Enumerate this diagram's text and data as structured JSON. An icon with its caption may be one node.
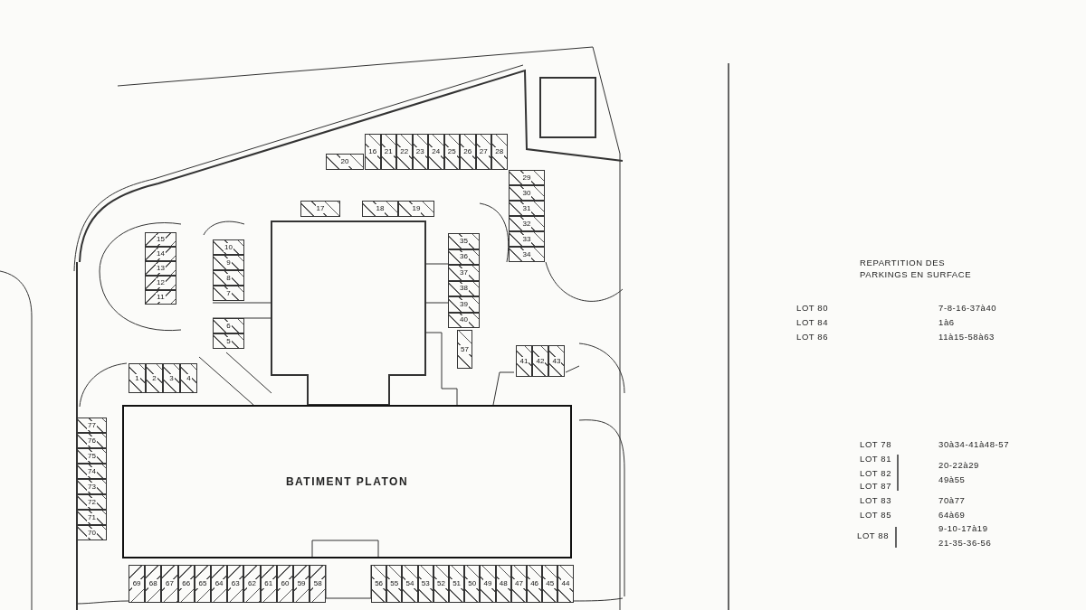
{
  "diagram": {
    "nodes": [
      {
        "text": [
          "20"
        ]
      },
      {
        "text": [
          "16"
        ]
      },
      {
        "text": [
          "21"
        ]
      },
      {
        "text": [
          "22"
        ]
      },
      {
        "text": [
          "23"
        ]
      },
      {
        "text": [
          "24"
        ]
      },
      {
        "text": [
          "25"
        ]
      },
      {
        "text": [
          "26"
        ]
      },
      {
        "text": [
          "27"
        ]
      },
      {
        "text": [
          "28"
        ]
      },
      {
        "text": [
          "29"
        ]
      },
      {
        "text": [
          "30"
        ]
      },
      {
        "text": [
          "31"
        ]
      },
      {
        "text": [
          "32"
        ]
      },
      {
        "text": [
          "33"
        ]
      },
      {
        "text": [
          "34"
        ]
      },
      {
        "text": [
          "17"
        ]
      },
      {
        "text": [
          "18"
        ]
      },
      {
        "text": [
          "19"
        ]
      },
      {
        "text": [
          "15"
        ]
      },
      {
        "text": [
          "14"
        ]
      },
      {
        "text": [
          "13"
        ]
      },
      {
        "text": [
          "12"
        ]
      },
      {
        "text": [
          "11"
        ]
      },
      {
        "text": [
          "10"
        ]
      },
      {
        "text": [
          "9"
        ]
      },
      {
        "text": [
          "8"
        ]
      },
      {
        "text": [
          "7"
        ]
      },
      {
        "text": [
          "6"
        ]
      },
      {
        "text": [
          "5"
        ]
      },
      {
        "text": [
          "35"
        ]
      },
      {
        "text": [
          "36"
        ]
      },
      {
        "text": [
          "37"
        ]
      },
      {
        "text": [
          "38"
        ]
      },
      {
        "text": [
          "39"
        ]
      },
      {
        "text": [
          "40"
        ]
      },
      {
        "text": [
          "57"
        ]
      },
      {
        "text": [
          "41"
        ]
      },
      {
        "text": [
          "42"
        ]
      },
      {
        "text": [
          "43"
        ]
      },
      {
        "text": [
          "1"
        ]
      },
      {
        "text": [
          "2"
        ]
      },
      {
        "text": [
          "3"
        ]
      },
      {
        "text": [
          "4"
        ]
      },
      {
        "text": [
          "BATIMENT PLATON"
        ]
      },
      {
        "text": [
          "77"
        ]
      },
      {
        "text": [
          "76"
        ]
      },
      {
        "text": [
          "75"
        ]
      },
      {
        "text": [
          "74"
        ]
      },
      {
        "text": [
          "73"
        ]
      },
      {
        "text": [
          "72"
        ]
      },
      {
        "text": [
          "71"
        ]
      },
      {
        "text": [
          "70"
        ]
      },
      {
        "text": [
          "69"
        ]
      },
      {
        "text": [
          "68"
        ]
      },
      {
        "text": [
          "67"
        ]
      },
      {
        "text": [
          "66"
        ]
      },
      {
        "text": [
          "65"
        ]
      },
      {
        "text": [
          "64"
        ]
      },
      {
        "text": [
          "63"
        ]
      },
      {
        "text": [
          "62"
        ]
      },
      {
        "text": [
          "61"
        ]
      },
      {
        "text": [
          "60"
        ]
      },
      {
        "text": [
          "59"
        ]
      },
      {
        "text": [
          "58"
        ]
      },
      {
        "text": [
          "56"
        ]
      },
      {
        "text": [
          "55"
        ]
      },
      {
        "text": [
          "54"
        ]
      },
      {
        "text": [
          "53"
        ]
      },
      {
        "text": [
          "52"
        ]
      },
      {
        "text": [
          "51"
        ]
      },
      {
        "text": [
          "50"
        ]
      },
      {
        "text": [
          "49"
        ]
      },
      {
        "text": [
          "48"
        ]
      },
      {
        "text": [
          "47"
        ]
      },
      {
        "text": [
          "46"
        ]
      },
      {
        "text": [
          "45"
        ]
      },
      {
        "text": [
          "44"
        ]
      }
    ],
    "labels": [
      "REPARTITION DES PARKINGS EN SURFACE",
      "LOT 80",
      "7-8-16-37à40",
      "LOT 84",
      "1à6",
      "LOT 86",
      "11à15-58à63",
      "LOT 78",
      "30à34-41à48-57",
      "LOT 81",
      "20-22à29",
      "LOT 82",
      "49à55",
      "LOT 87",
      "LOT 83",
      "70à77",
      "LOT 85",
      "64à69",
      "LOT 88",
      "9-10-17à19",
      "21-35-36-56"
    ]
  }
}
